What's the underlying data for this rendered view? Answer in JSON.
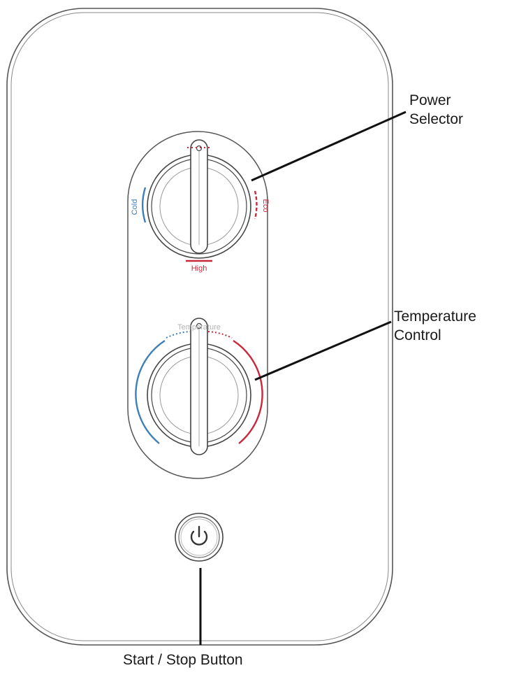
{
  "callouts": {
    "power_selector": [
      "Power",
      "Selector"
    ],
    "temperature_control": [
      "Temperature",
      "Control"
    ],
    "start_stop": "Start / Stop Button"
  },
  "dial_labels": {
    "cold": "Cold",
    "eco": "Eco",
    "high": "High",
    "temperature": "Temperature"
  },
  "colors": {
    "outline": "#4a4a4a",
    "cold_blue": "#3f7fb8",
    "hot_red": "#c8283c",
    "leader": "#111111",
    "temp_label": "#b3b3b3"
  },
  "icons": {
    "start_stop": "power-icon"
  }
}
